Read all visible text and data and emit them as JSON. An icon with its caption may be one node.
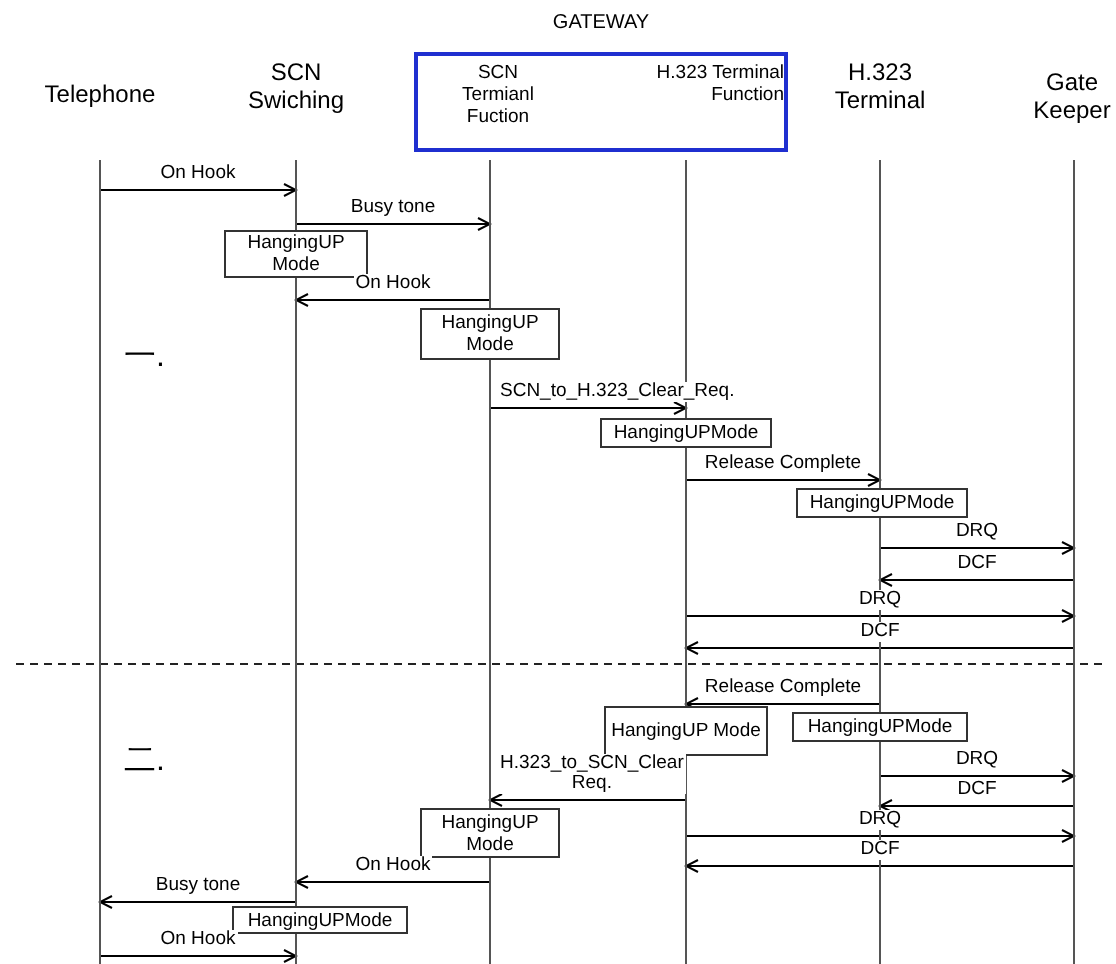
{
  "diagram": {
    "nodes": [
      {
        "text": [
          "Telephone"
        ]
      },
      {
        "text": [
          "SCN Swiching"
        ]
      },
      {
        "text": [
          "GATEWAY"
        ]
      },
      {
        "text": [
          "SCN Termianl Fuction"
        ],
        "in": 2
      },
      {
        "text": [
          "H.323 Terminal Function"
        ],
        "in": 2
      },
      {
        "text": [
          "H.323 Terminal"
        ]
      },
      {
        "text": [
          "Gate Keeper"
        ]
      },
      {
        "text": [],
        "shape": "line"
      },
      {
        "text": [],
        "shape": "line"
      },
      {
        "text": [],
        "shape": "line"
      },
      {
        "text": [],
        "shape": "line"
      },
      {
        "text": [],
        "shape": "line"
      },
      {
        "text": [],
        "shape": "line"
      },
      {
        "text": [
          "HangingUP Mode"
        ]
      },
      {
        "text": [
          "HangingUP Mode"
        ]
      },
      {
        "text": [
          "HangingUPMode"
        ]
      },
      {
        "text": [
          "HangingUPMode"
        ]
      },
      {
        "text": [
          "HangingUPMode"
        ]
      },
      {
        "text": [
          "HangingUP Mode"
        ]
      },
      {
        "text": [
          "HangingUP Mode"
        ]
      },
      {
        "text": [
          "HangingUPMode"
        ]
      }
    ],
    "edges": [
      {
        "from": 7,
        "to": 8,
        "arrow": "to",
        "label": "On Hook"
      },
      {
        "from": 8,
        "to": 9,
        "arrow": "to",
        "label": "Busy tone"
      },
      {
        "from": 9,
        "to": 8,
        "arrow": "to",
        "label": "On Hook"
      },
      {
        "from": 9,
        "to": 10,
        "arrow": "to",
        "label": "SCN_to_H.323_Clear_Req."
      },
      {
        "from": 10,
        "to": 11,
        "arrow": "to",
        "label": "Release Complete"
      },
      {
        "from": 11,
        "to": 12,
        "arrow": "to",
        "label": "DRQ"
      },
      {
        "from": 12,
        "to": 11,
        "arrow": "to",
        "label": "DCF"
      },
      {
        "from": 10,
        "to": 12,
        "arrow": "to",
        "label": "DRQ"
      },
      {
        "from": 12,
        "to": 10,
        "arrow": "to",
        "label": "DCF"
      },
      {
        "from": 11,
        "to": 10,
        "arrow": "to",
        "label": "Release Complete"
      },
      {
        "from": 11,
        "to": 12,
        "arrow": "to",
        "label": "DRQ"
      },
      {
        "from": 12,
        "to": 11,
        "arrow": "to",
        "label": "DCF"
      },
      {
        "from": 10,
        "to": 12,
        "arrow": "to",
        "label": "DRQ"
      },
      {
        "from": 12,
        "to": 10,
        "arrow": "to",
        "label": "DCF"
      },
      {
        "from": 10,
        "to": 9,
        "arrow": "to",
        "label": "H.323_to_SCN_Clear Req."
      },
      {
        "from": 9,
        "to": 8,
        "arrow": "to",
        "label": "On Hook"
      },
      {
        "from": 8,
        "to": 7,
        "arrow": "to",
        "label": "Busy tone"
      },
      {
        "from": 7,
        "to": 8,
        "arrow": "to",
        "label": "On Hook"
      }
    ],
    "labels": [
      "一.",
      "二."
    ]
  }
}
